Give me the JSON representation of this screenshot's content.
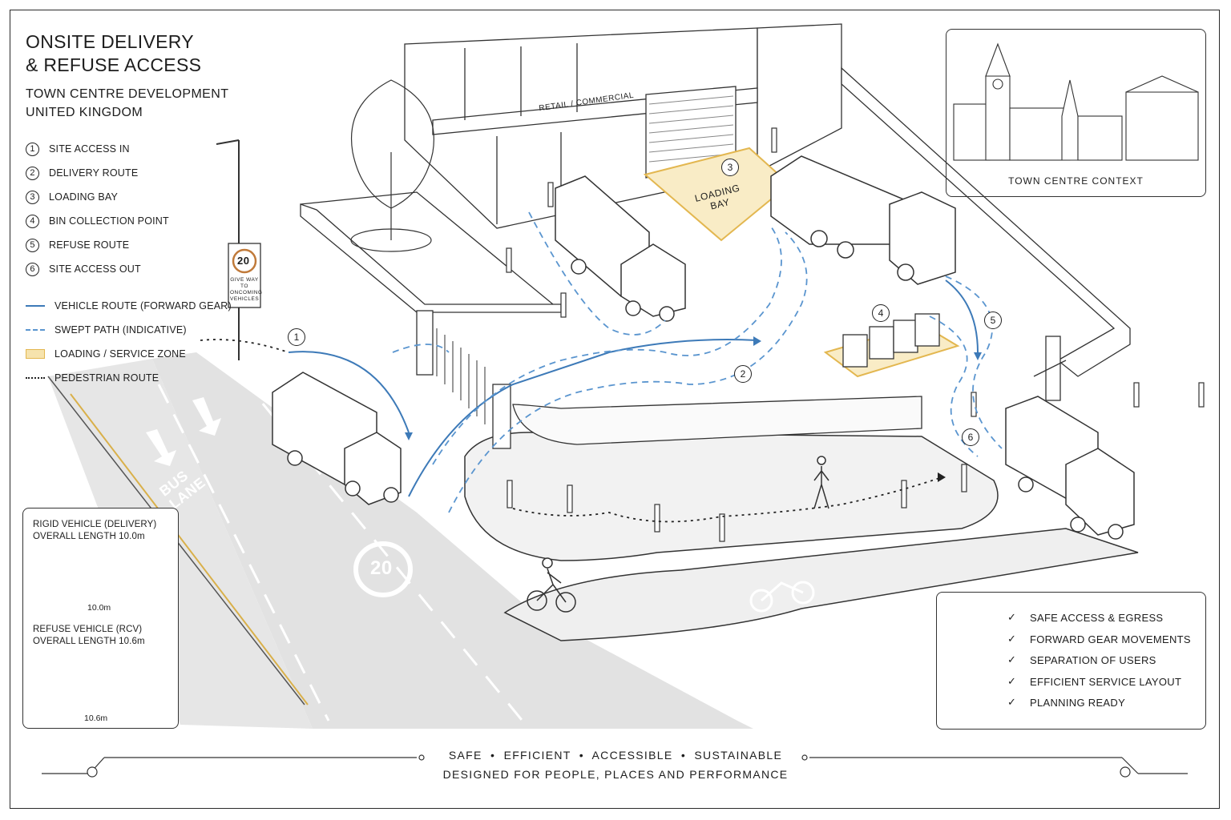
{
  "header": {
    "title_line1": "ONSITE DELIVERY",
    "title_line2": "& REFUSE ACCESS",
    "subtitle_line1": "TOWN CENTRE DEVELOPMENT",
    "subtitle_line2": "UNITED KINGDOM"
  },
  "legend": {
    "numbered": [
      {
        "num": "1",
        "label": "SITE ACCESS IN"
      },
      {
        "num": "2",
        "label": "DELIVERY ROUTE"
      },
      {
        "num": "3",
        "label": "LOADING BAY"
      },
      {
        "num": "4",
        "label": "BIN COLLECTION POINT"
      },
      {
        "num": "5",
        "label": "REFUSE ROUTE"
      },
      {
        "num": "6",
        "label": "SITE ACCESS OUT"
      }
    ],
    "keys": [
      {
        "symbol": "solid-line",
        "label": "VEHICLE ROUTE (FORWARD GEAR)"
      },
      {
        "symbol": "dashed-line",
        "label": "SWEPT PATH (INDICATIVE)"
      },
      {
        "symbol": "zone-fill",
        "label": "LOADING / SERVICE ZONE"
      },
      {
        "symbol": "dotted-line",
        "label": "PEDESTRIAN ROUTE"
      }
    ]
  },
  "scene": {
    "building_sign": "RETAIL / COMMERCIAL",
    "loading_bay_line1": "LOADING",
    "loading_bay_line2": "BAY",
    "bus_lane_line1": "BUS",
    "bus_lane_line2": "LANE",
    "speed_road": "20",
    "sign_speed": "20",
    "sign_line1": "GIVE WAY",
    "sign_line2": "TO ONCOMING",
    "sign_line3": "VEHICLES",
    "markers": [
      "1",
      "2",
      "3",
      "4",
      "5",
      "6"
    ]
  },
  "context": {
    "label": "TOWN CENTRE CONTEXT"
  },
  "vehicles": {
    "rigid_title": "RIGID VEHICLE (DELIVERY)",
    "rigid_length": "OVERALL LENGTH 10.0m",
    "rigid_dim": "10.0m",
    "rcv_title": "REFUSE VEHICLE (RCV)",
    "rcv_length": "OVERALL LENGTH 10.6m",
    "rcv_dim": "10.6m"
  },
  "benefits": [
    "SAFE ACCESS & EGRESS",
    "FORWARD GEAR MOVEMENTS",
    "SEPARATION OF USERS",
    "EFFICIENT SERVICE LAYOUT",
    "PLANNING READY"
  ],
  "footer": {
    "line1": "SAFE  •  EFFICIENT  •  ACCESSIBLE  •  SUSTAINABLE",
    "line2": "DESIGNED FOR PEOPLE, PLACES AND PERFORMANCE"
  },
  "colors": {
    "route": "#3d7ab8",
    "swept": "#5a95cf",
    "zone": "#f6e3ad",
    "zone_edge": "#e3b750",
    "road": "#dcdcdc"
  }
}
